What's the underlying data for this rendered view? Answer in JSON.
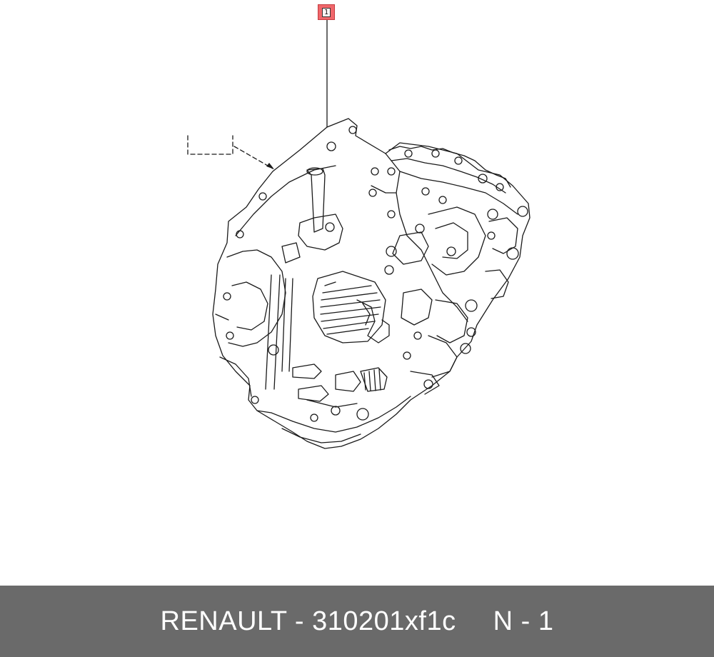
{
  "diagram": {
    "callout_label": "1",
    "subject_icon": "transmission-assembly-icon"
  },
  "footer": {
    "brand_part": "RENAULT - 310201xf1c",
    "quantity": "N - 1",
    "background": "#6a6a6a"
  },
  "colors": {
    "callout_fill": "#f0676b",
    "line": "#1a1a1a"
  }
}
